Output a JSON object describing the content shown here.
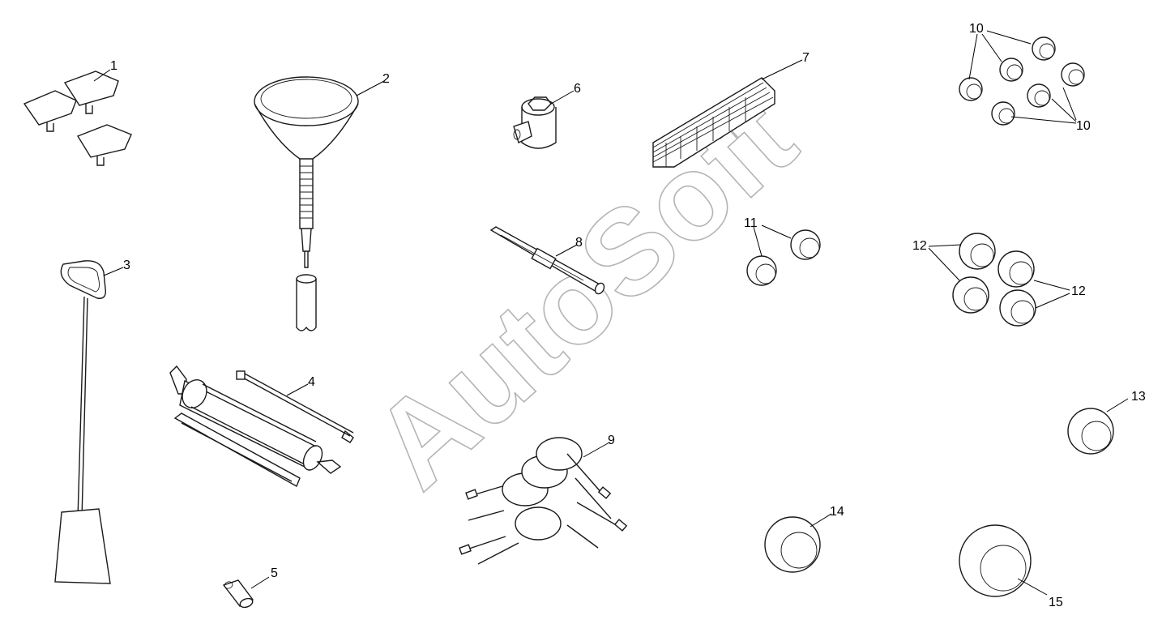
{
  "watermark": "AutoSoft",
  "callouts": [
    "1",
    "2",
    "3",
    "4",
    "5",
    "6",
    "7",
    "8",
    "9",
    "10",
    "11",
    "12",
    "13",
    "14",
    "15"
  ]
}
